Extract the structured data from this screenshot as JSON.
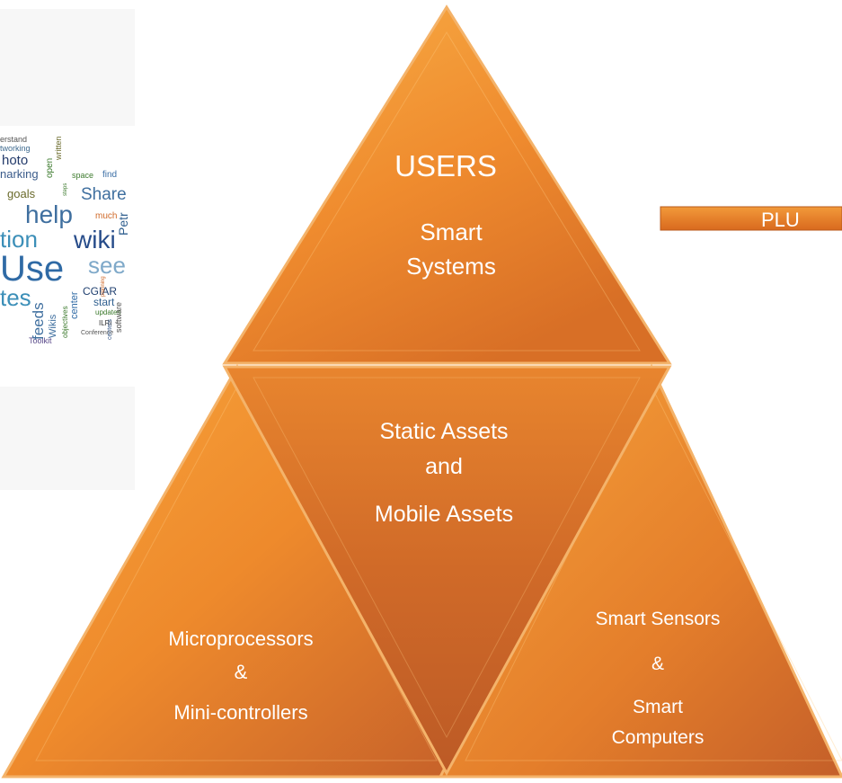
{
  "diagram": {
    "top_triangle": {
      "title": "USERS",
      "line1": "Smart",
      "line2": "Systems"
    },
    "middle_triangle": {
      "line1": "Static Assets",
      "line2": "and",
      "line3": "Mobile Assets"
    },
    "left_triangle": {
      "line1": "Microprocessors",
      "line2": "&",
      "line3": "Mini-controllers"
    },
    "right_triangle": {
      "line1": "Smart Sensors",
      "line2": "&",
      "line3": "Smart",
      "line4": "Computers"
    },
    "banner_label": "PLU"
  },
  "word_cloud": {
    "words": [
      "erstand",
      "tworking",
      "hoto",
      "narking",
      "space",
      "find",
      "goals",
      "Share",
      "help",
      "much",
      "tion",
      "wiki",
      "Petr",
      "Use",
      "see",
      "CGIAR",
      "start",
      "updates",
      "tes",
      "ILRI",
      "feeds",
      "Wikis",
      "center",
      "software",
      "objectives",
      "centers",
      "Toolkit",
      "Conference",
      "open",
      "written",
      "quickly",
      "planning",
      "steps"
    ]
  },
  "colors": {
    "triangle_light": "#F6A53E",
    "triangle_dark": "#C9622A",
    "banner": "#E8781E",
    "text": "#ffffff"
  }
}
